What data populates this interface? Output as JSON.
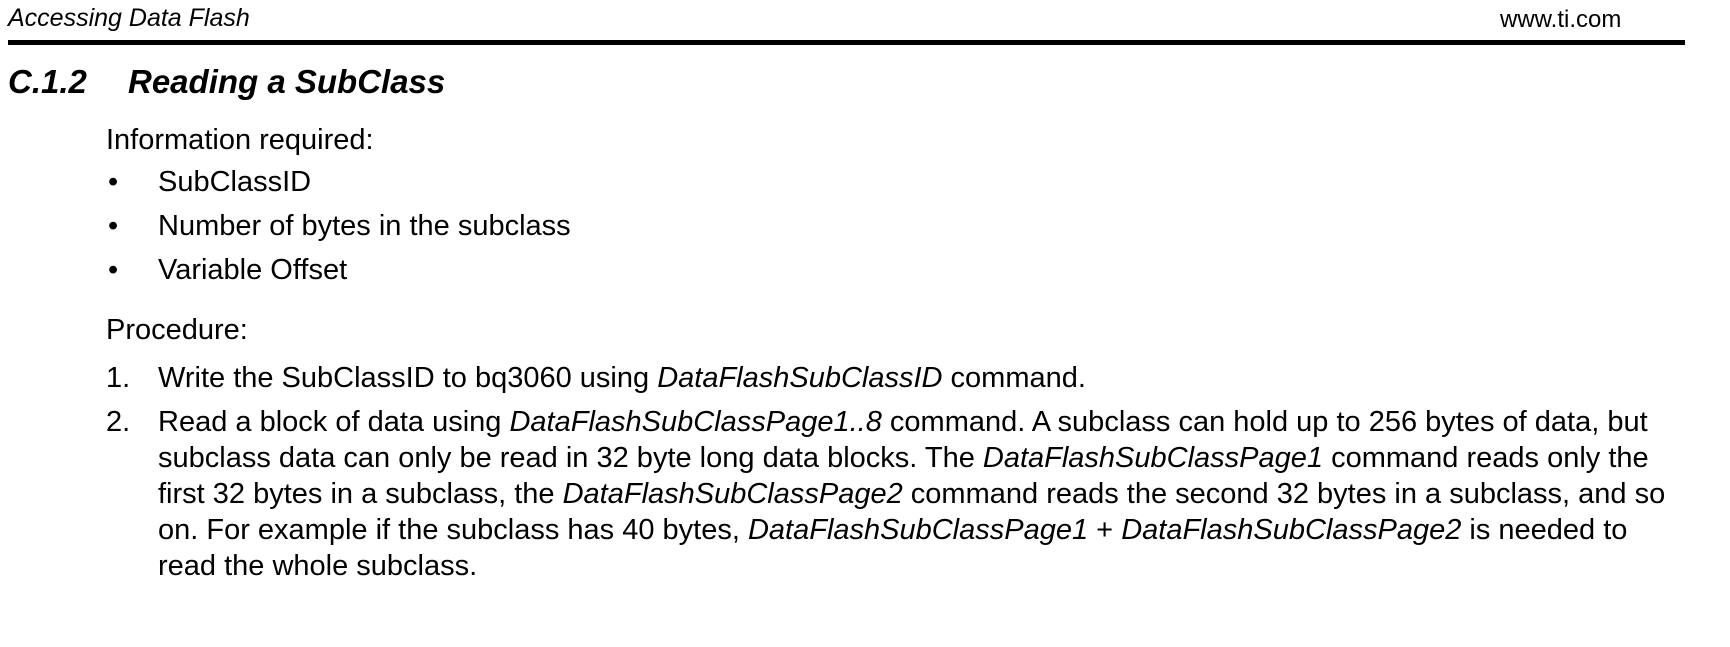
{
  "header": {
    "left": "Accessing Data Flash",
    "right": "www.ti.com"
  },
  "section": {
    "number": "C.1.2",
    "title": "Reading a SubClass"
  },
  "requirements": {
    "label": "Information required:",
    "bullet": "•",
    "items": [
      "SubClassID",
      "Number of bytes in the subclass",
      "Variable Offset"
    ]
  },
  "procedure": {
    "label": "Procedure:",
    "steps": [
      {
        "num": "1.",
        "t1": "Write the SubClassID to bq3060 using ",
        "e1": "DataFlashSubClassID",
        "t2": " command."
      },
      {
        "num": "2.",
        "t1": "Read a block of data using ",
        "e1": "DataFlashSubClassPage1..8",
        "t2": " command. A subclass can hold up to 256 bytes of data, but subclass data can only be read in 32 byte long data blocks. The ",
        "e2": "DataFlashSubClassPage1",
        "t3": " command reads only the first 32 bytes in a subclass, the ",
        "e3": "DataFlashSubClassPage2",
        "t4": " command reads the second 32 bytes in a subclass, and so on. For example if the subclass has 40 bytes, ",
        "e4": "DataFlashSubClassPage1",
        "t5": " + ",
        "e5": "DataFlashSubClassPage2",
        "t6": " is needed to read the whole subclass."
      }
    ]
  }
}
